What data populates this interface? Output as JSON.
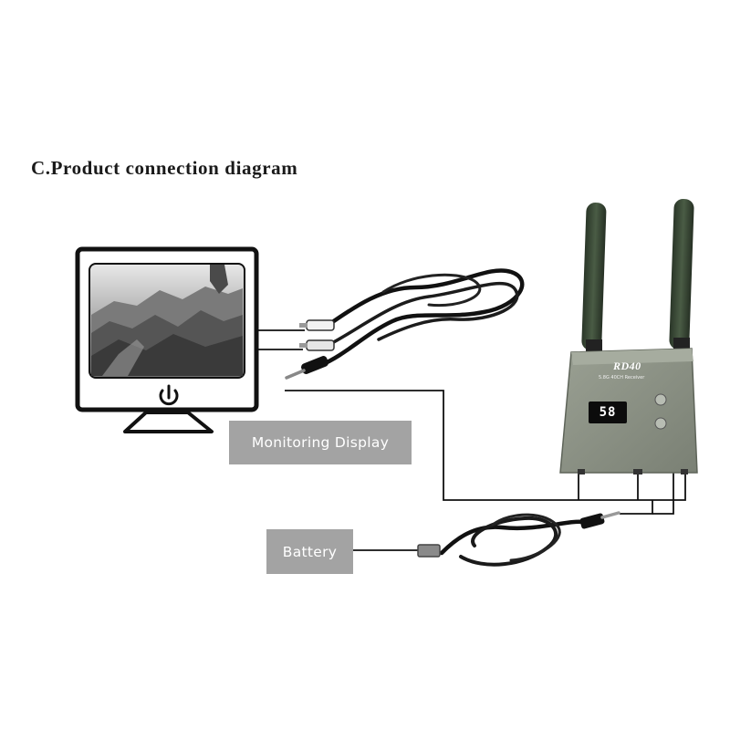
{
  "heading": "C.Product connection diagram",
  "labels": {
    "monitor": "Monitoring Display",
    "battery": "Battery"
  },
  "receiver": {
    "model": "RD40",
    "subtitle": "5.8G 40CH Receiver",
    "display": "58"
  },
  "icons": {
    "monitor": "crt-monitor-icon",
    "power": "power-icon",
    "receiver": "fpv-receiver-device",
    "antenna": "antenna-icon",
    "av_cable": "av-cable",
    "power_cable": "dc-power-cable"
  },
  "colors": {
    "label_bg": "#a3a3a3",
    "device_body": "#8d9385",
    "antenna": "#3a4a36"
  }
}
